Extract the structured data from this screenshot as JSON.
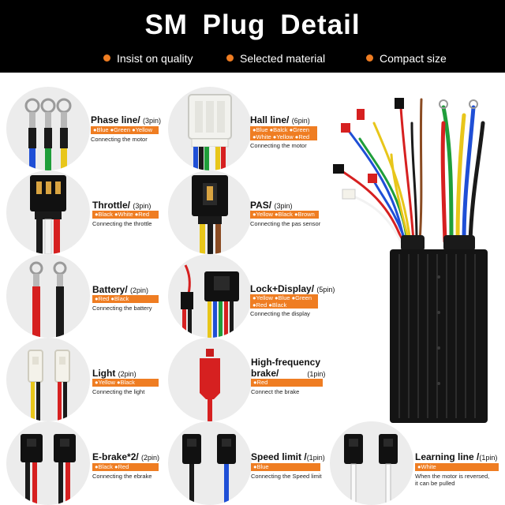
{
  "header": {
    "title": "SM Plug Detail",
    "features": [
      "Insist on quality",
      "Selected material",
      "Compact size"
    ]
  },
  "plugs": {
    "phase": {
      "name": "Phase line/",
      "pins": "(3pin)",
      "colors": "●Blue ●Green ●Yellow",
      "desc": "Connecting the motor"
    },
    "hall": {
      "name": "Hall line/",
      "pins": "(6pin)",
      "colors": "●Blue ●Balck ●Green",
      "colors2": "●White ●Yellow ●Red",
      "desc": "Connecting the motor"
    },
    "throttle": {
      "name": "Throttle/",
      "pins": "(3pin)",
      "colors": "●Black ●White ●Red",
      "desc": "Connecting the throttle"
    },
    "pas": {
      "name": "PAS/",
      "pins": "(3pin)",
      "colors": "●Yellow ●Black ●Brown",
      "desc": "Connecting the pas sensor"
    },
    "battery": {
      "name": "Battery/",
      "pins": "(2pin)",
      "colors": "●Red ●Black",
      "desc": "Connecting the battery"
    },
    "lock": {
      "name": "Lock+Display/",
      "pins": "(5pin)",
      "colors": "●Yellow ●Blue ●Green",
      "colors2": "●Red ●Black",
      "desc": "Connecting the display"
    },
    "light": {
      "name": "Light",
      "pins": "(2pin)",
      "colors": "●Yellow ●Black",
      "desc": "Connecting the light"
    },
    "brake": {
      "name": "High-frequency",
      "name2": "brake/",
      "pins": "(1pin)",
      "colors": "●Red",
      "desc": "Connect the brake"
    },
    "ebrake": {
      "name": "E-brake*2/",
      "pins": "(2pin)",
      "colors": "●Black ●Red",
      "desc": "Connecting the ebrake"
    },
    "speed": {
      "name": "Speed limit /",
      "pins": "(1pin)",
      "colors": "●Blue",
      "desc": "Connecting the Speed limit"
    },
    "learn": {
      "name": "Learning line /",
      "pins": "(1pin)",
      "colors": "●White",
      "desc": "When the motor is reversed,",
      "desc2": "it can be pulled"
    }
  },
  "colors": {
    "header_bg": "#000000",
    "accent": "#ef7d22",
    "circle_bg": "#ececec"
  },
  "icons": [
    "phase-connector-icon",
    "hall-connector-icon",
    "throttle-connector-icon",
    "pas-connector-icon",
    "battery-connector-icon",
    "lock-display-connector-icon",
    "light-connector-icon",
    "brake-connector-icon",
    "ebrake-connector-icon",
    "speed-limit-connector-icon",
    "learning-line-connector-icon",
    "controller-image"
  ]
}
